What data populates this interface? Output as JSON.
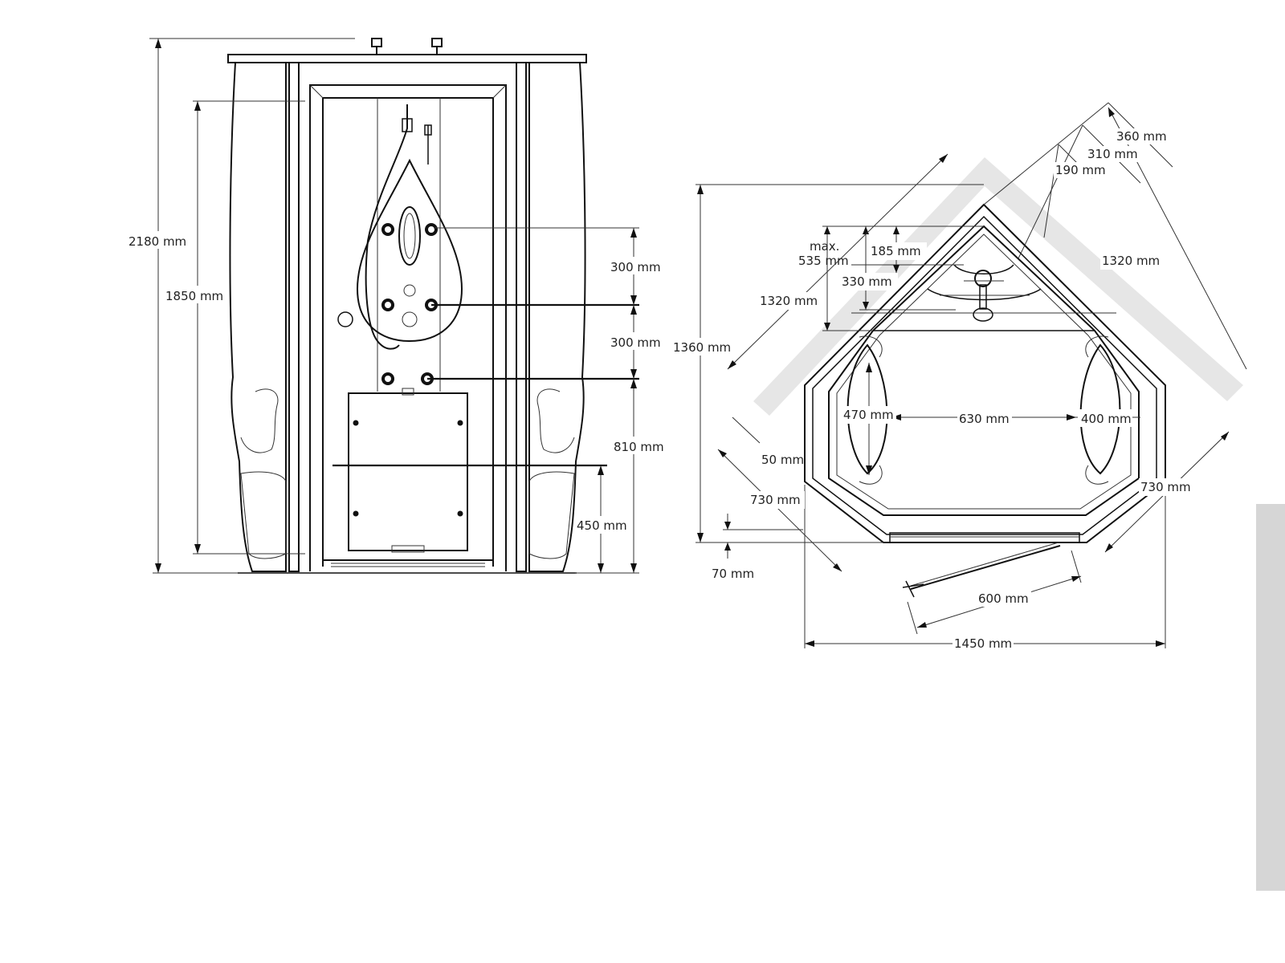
{
  "front_view": {
    "labels": {
      "height_total": "2180 mm",
      "height_inner": "1850 mm",
      "jet_spacing_top": "300 mm",
      "jet_spacing_mid": "300 mm",
      "jet_height_bottom": "810 mm",
      "seat_height": "450 mm"
    }
  },
  "plan_view": {
    "labels": {
      "diag_360": "360 mm",
      "diag_310": "310 mm",
      "diag_190": "190 mm",
      "side_1320_right": "1320 mm",
      "max_label": "max.",
      "max_value": "535 mm",
      "depth_185": "185 mm",
      "depth_330": "330 mm",
      "side_1320_left": "1320 mm",
      "height_1360": "1360 mm",
      "seat_470": "470 mm",
      "width_630": "630 mm",
      "seat_400": "400 mm",
      "edge_50": "50 mm",
      "side_730_left": "730 mm",
      "side_730_right": "730 mm",
      "step_70": "70 mm",
      "door_600": "600 mm",
      "width_1450": "1450 mm"
    }
  }
}
